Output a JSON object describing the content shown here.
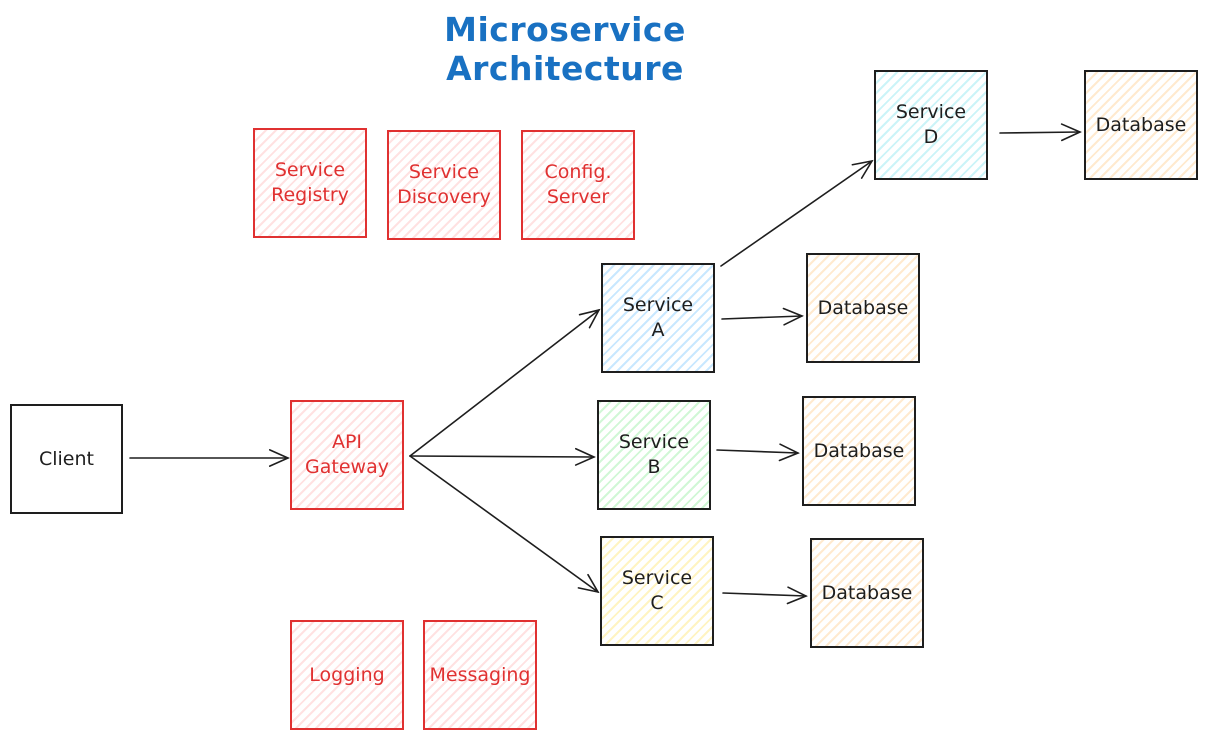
{
  "title": "Microservice Architecture",
  "nodes": {
    "client": "Client",
    "api_gateway": "API\nGateway",
    "service_registry": "Service\nRegistry",
    "service_discovery": "Service\nDiscovery",
    "config_server": "Config.\nServer",
    "logging": "Logging",
    "messaging": "Messaging",
    "service_a": "Service\nA",
    "service_b": "Service\nB",
    "service_c": "Service\nC",
    "service_d": "Service\nD",
    "db_a": "Database",
    "db_b": "Database",
    "db_c": "Database",
    "db_d": "Database"
  },
  "edges": [
    {
      "from": "client",
      "to": "api_gateway"
    },
    {
      "from": "api_gateway",
      "to": "service_a"
    },
    {
      "from": "api_gateway",
      "to": "service_b"
    },
    {
      "from": "api_gateway",
      "to": "service_c"
    },
    {
      "from": "service_a",
      "to": "service_d"
    },
    {
      "from": "service_a",
      "to": "db_a"
    },
    {
      "from": "service_b",
      "to": "db_b"
    },
    {
      "from": "service_c",
      "to": "db_c"
    },
    {
      "from": "service_d",
      "to": "db_d"
    }
  ],
  "colors": {
    "title": "#1971c2",
    "infrastructure_stroke": "#e03131",
    "default_stroke": "#1e1e1e"
  }
}
